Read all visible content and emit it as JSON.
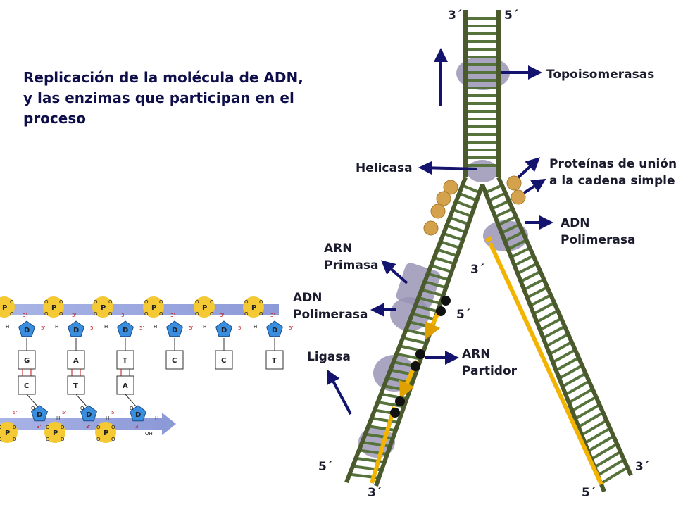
{
  "title": {
    "line1": "Replicación de la molécula de ADN,",
    "line2": "y las enzimas que participan en el",
    "line3": "proceso"
  },
  "labels": {
    "topoisomerasas": "Topoisomerasas",
    "helicasa": "Helicasa",
    "proteinas_1": "Proteínas de unión",
    "proteinas_2": "a la cadena simple",
    "adn_pol_right_1": "ADN",
    "adn_pol_right_2": "Polimerasa",
    "arn_primasa_1": "ARN",
    "arn_primasa_2": "Primasa",
    "adn_pol_left_1": "ADN",
    "adn_pol_left_2": "Polimerasa",
    "ligasa": "Ligasa",
    "arn_partidor_1": "ARN",
    "arn_partidor_2": "Partidor"
  },
  "strand_ends": {
    "top_left": "3´",
    "top_right": "5´",
    "mid_left": "5´",
    "mid_right": "3´",
    "bottom_left_outer": "5´",
    "bottom_left_inner": "3´",
    "bottom_right_outer": "5´",
    "bottom_right_inner": "3´"
  },
  "nucleotide_panel": {
    "top_bases": [
      "G",
      "A",
      "T",
      "C",
      "C",
      "T"
    ],
    "bottom_bases": [
      "C",
      "T",
      "A"
    ],
    "sugar_label": "D",
    "phosphate_label": "P",
    "prime_3": "3'",
    "prime_5": "5'",
    "hydrogen": "H",
    "oxygen": "O",
    "hydroxyl": "OH"
  },
  "colors": {
    "title": "#0e0e4a",
    "backbone": "#4a5a2c",
    "rung": "#55733a",
    "new_strand": "#f2b400",
    "enzyme": "#9a94b4",
    "ssb": "#d4a24c",
    "arrow": "#14146e",
    "sugar": "#3a8ee0",
    "phosphate": "#f4c934"
  }
}
